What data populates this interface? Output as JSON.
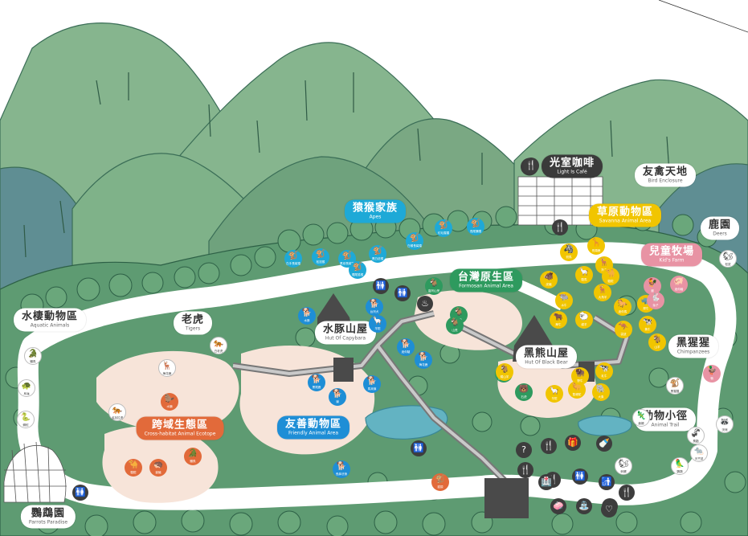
{
  "colors": {
    "sky": "#ffffff",
    "mountain_green": "#86b58e",
    "mountain_teal": "#5f8e93",
    "forest": "#5e9b72",
    "path": "#ffffff",
    "sand": "#f7e4d9",
    "water": "#63b3c2",
    "building": "#4a4a4a",
    "apes": "#1ea9d7",
    "formosan": "#2e9a5e",
    "savanna": "#f1c500",
    "kids_farm": "#e893a4",
    "friendly": "#1e8ed6",
    "cross_habitat": "#e26a3a",
    "facility": "#3d3d3d"
  },
  "areas": {
    "lightcafe": {
      "zh": "光室咖啡",
      "en": "Light Is Café"
    },
    "bird": {
      "zh": "友禽天地",
      "en": "Bird Enclosure"
    },
    "apes": {
      "zh": "猿猴家族",
      "en": "Apes"
    },
    "savanna": {
      "zh": "草原動物區",
      "en": "Savanna Animal Area"
    },
    "deers": {
      "zh": "鹿園",
      "en": "Deers"
    },
    "kids": {
      "zh": "兒童牧場",
      "en": "Kid's Farm"
    },
    "formosan": {
      "zh": "台灣原生區",
      "en": "Formosan Animal Area"
    },
    "aquatic": {
      "zh": "水棲動物區",
      "en": "Aquatic Animals"
    },
    "tigers": {
      "zh": "老虎",
      "en": "Tigers"
    },
    "capybara": {
      "zh": "水豚山屋",
      "en": "Hut Of Capybara"
    },
    "blackbear": {
      "zh": "黑熊山屋",
      "en": "Hut Of Black Bear"
    },
    "chimps": {
      "zh": "黑猩猩",
      "en": "Chimpanzees"
    },
    "trail": {
      "zh": "動物小徑",
      "en": "Animal Trail"
    },
    "cross": {
      "zh": "跨域生態區",
      "en": "Cross-habitat Animal Ecotope"
    },
    "friendly": {
      "zh": "友善動物區",
      "en": "Friendly Animal Area"
    },
    "parrots": {
      "zh": "鸚鵡園",
      "en": "Parrots Paradise"
    }
  },
  "markers": [
    {
      "group": "apes",
      "glyph": "🐒",
      "name": "白手長臂猿"
    },
    {
      "group": "apes",
      "glyph": "🐒",
      "name": "松鼠猴"
    },
    {
      "group": "apes",
      "glyph": "🐒",
      "name": "黑冠長臂猿"
    },
    {
      "group": "apes",
      "glyph": "🐒",
      "name": "環尾狐猴"
    },
    {
      "group": "apes",
      "glyph": "🐒",
      "name": "黑白疣猴"
    },
    {
      "group": "apes",
      "glyph": "🐒",
      "name": "白頰長臂猿"
    },
    {
      "group": "apes",
      "glyph": "🐒",
      "name": "紅毛猩猩"
    },
    {
      "group": "apes",
      "glyph": "🐒",
      "name": "長尾獼猴"
    },
    {
      "group": "formosan",
      "glyph": "🐐",
      "name": "臺灣山羌"
    },
    {
      "group": "formosan",
      "glyph": "🐐",
      "name": "水鹿"
    },
    {
      "group": "formosan",
      "glyph": "🐐",
      "name": "山羌"
    },
    {
      "group": "formosan",
      "glyph": "🐻",
      "name": "台灣黑熊"
    },
    {
      "group": "formosan",
      "glyph": "🐻",
      "name": "石虎"
    },
    {
      "group": "savanna",
      "glyph": "🦓",
      "name": "斑馬"
    },
    {
      "group": "savanna",
      "glyph": "🦒",
      "name": "長頸鹿"
    },
    {
      "group": "savanna",
      "glyph": "🦌",
      "name": "羚羊"
    },
    {
      "group": "savanna",
      "glyph": "🐗",
      "name": "疣豬"
    },
    {
      "group": "savanna",
      "glyph": "🦙",
      "name": "駱馬"
    },
    {
      "group": "savanna",
      "glyph": "🐪",
      "name": "駱駝"
    },
    {
      "group": "savanna",
      "glyph": "🐃",
      "name": "水牛"
    },
    {
      "group": "savanna",
      "glyph": "🦌",
      "name": "大角羊"
    },
    {
      "group": "savanna",
      "glyph": "🐎",
      "name": "迷你馬"
    },
    {
      "group": "savanna",
      "glyph": "🐂",
      "name": "犛牛"
    },
    {
      "group": "savanna",
      "glyph": "🐑",
      "name": "綿羊"
    },
    {
      "group": "savanna",
      "glyph": "🦏",
      "name": "犀牛"
    },
    {
      "group": "savanna",
      "glyph": "🦘",
      "name": "袋鼠"
    },
    {
      "group": "savanna",
      "glyph": "🐐",
      "name": "山羊"
    },
    {
      "group": "savanna",
      "glyph": "🦙",
      "name": "羊駝"
    },
    {
      "group": "savanna",
      "glyph": "🐫",
      "name": "雙峰駝"
    },
    {
      "group": "savanna",
      "glyph": "🐘",
      "name": "大象"
    },
    {
      "group": "savanna",
      "glyph": "🦬",
      "name": "野牛"
    },
    {
      "group": "savanna",
      "glyph": "🐄",
      "name": "乳牛"
    },
    {
      "group": "savanna",
      "glyph": "🐄",
      "name": "黃牛"
    },
    {
      "group": "savanna",
      "glyph": "🐐",
      "name": "矮山羊"
    },
    {
      "group": "kids",
      "glyph": "🐖",
      "name": "迷你豬"
    },
    {
      "group": "kids",
      "glyph": "🐓",
      "name": "雞"
    },
    {
      "group": "kids",
      "glyph": "🐇",
      "name": "兔子"
    },
    {
      "group": "kids",
      "glyph": "🦆",
      "name": "鴨"
    },
    {
      "group": "friendly",
      "glyph": "🐕",
      "name": "水豚"
    },
    {
      "group": "friendly",
      "glyph": "🐕",
      "name": "台灣犬"
    },
    {
      "group": "friendly",
      "glyph": "🦙",
      "name": "羊駝"
    },
    {
      "group": "friendly",
      "glyph": "🐕",
      "name": "迷你驢"
    },
    {
      "group": "friendly",
      "glyph": "🐕",
      "name": "梅花鹿"
    },
    {
      "group": "friendly",
      "glyph": "🐕",
      "name": "黑尾鹿"
    },
    {
      "group": "friendly",
      "glyph": "🐕",
      "name": "貘"
    },
    {
      "group": "friendly",
      "glyph": "🐕",
      "name": "馬來貘"
    },
    {
      "group": "friendly",
      "glyph": "🐕",
      "name": "長鼻浣熊"
    },
    {
      "group": "cross",
      "glyph": "🐒",
      "name": "狐獴"
    },
    {
      "group": "cross",
      "glyph": "🐊",
      "name": "鱷魚"
    },
    {
      "group": "cross",
      "glyph": "🦫",
      "name": "水獺"
    },
    {
      "group": "cross",
      "glyph": "🐪",
      "name": "駱駝"
    },
    {
      "group": "cross",
      "glyph": "🦔",
      "name": "豪豬"
    },
    {
      "group": "outline",
      "glyph": "🐊",
      "name": "鱷魚"
    },
    {
      "group": "outline",
      "glyph": "🐢",
      "name": "烏龜"
    },
    {
      "group": "outline",
      "glyph": "🐍",
      "name": "蟒蛇"
    },
    {
      "group": "outline",
      "glyph": "🐅",
      "name": "孟加拉虎"
    },
    {
      "group": "outline",
      "glyph": "🐅",
      "name": "白老虎"
    },
    {
      "group": "outline",
      "glyph": "🦌",
      "name": "梅花鹿"
    },
    {
      "group": "outline",
      "glyph": "🐒",
      "name": "黑猩猩"
    },
    {
      "group": "outline",
      "glyph": "🐿",
      "name": "松鼠"
    },
    {
      "group": "outline",
      "glyph": "🦝",
      "name": "浣熊"
    },
    {
      "group": "outline",
      "glyph": "🦨",
      "name": "臭鼬"
    },
    {
      "group": "outline",
      "glyph": "🐀",
      "name": "天竺鼠"
    },
    {
      "group": "outline",
      "glyph": "🐿",
      "name": "刺蝟"
    },
    {
      "group": "outline",
      "glyph": "🦎",
      "name": "蜥蜴"
    },
    {
      "group": "outline",
      "glyph": "🦜",
      "name": "鸚鵡"
    }
  ],
  "facility_icons": [
    "🍴",
    "🍴",
    "🚻",
    "🚻",
    "♨",
    "🚻",
    "🍴",
    "🎁",
    "?",
    "🍴",
    "🍼",
    "🚻",
    "🏥",
    "🚮",
    "⛲",
    "♿",
    "🚻",
    "🍴",
    "♡",
    "🧼",
    "🍴"
  ]
}
